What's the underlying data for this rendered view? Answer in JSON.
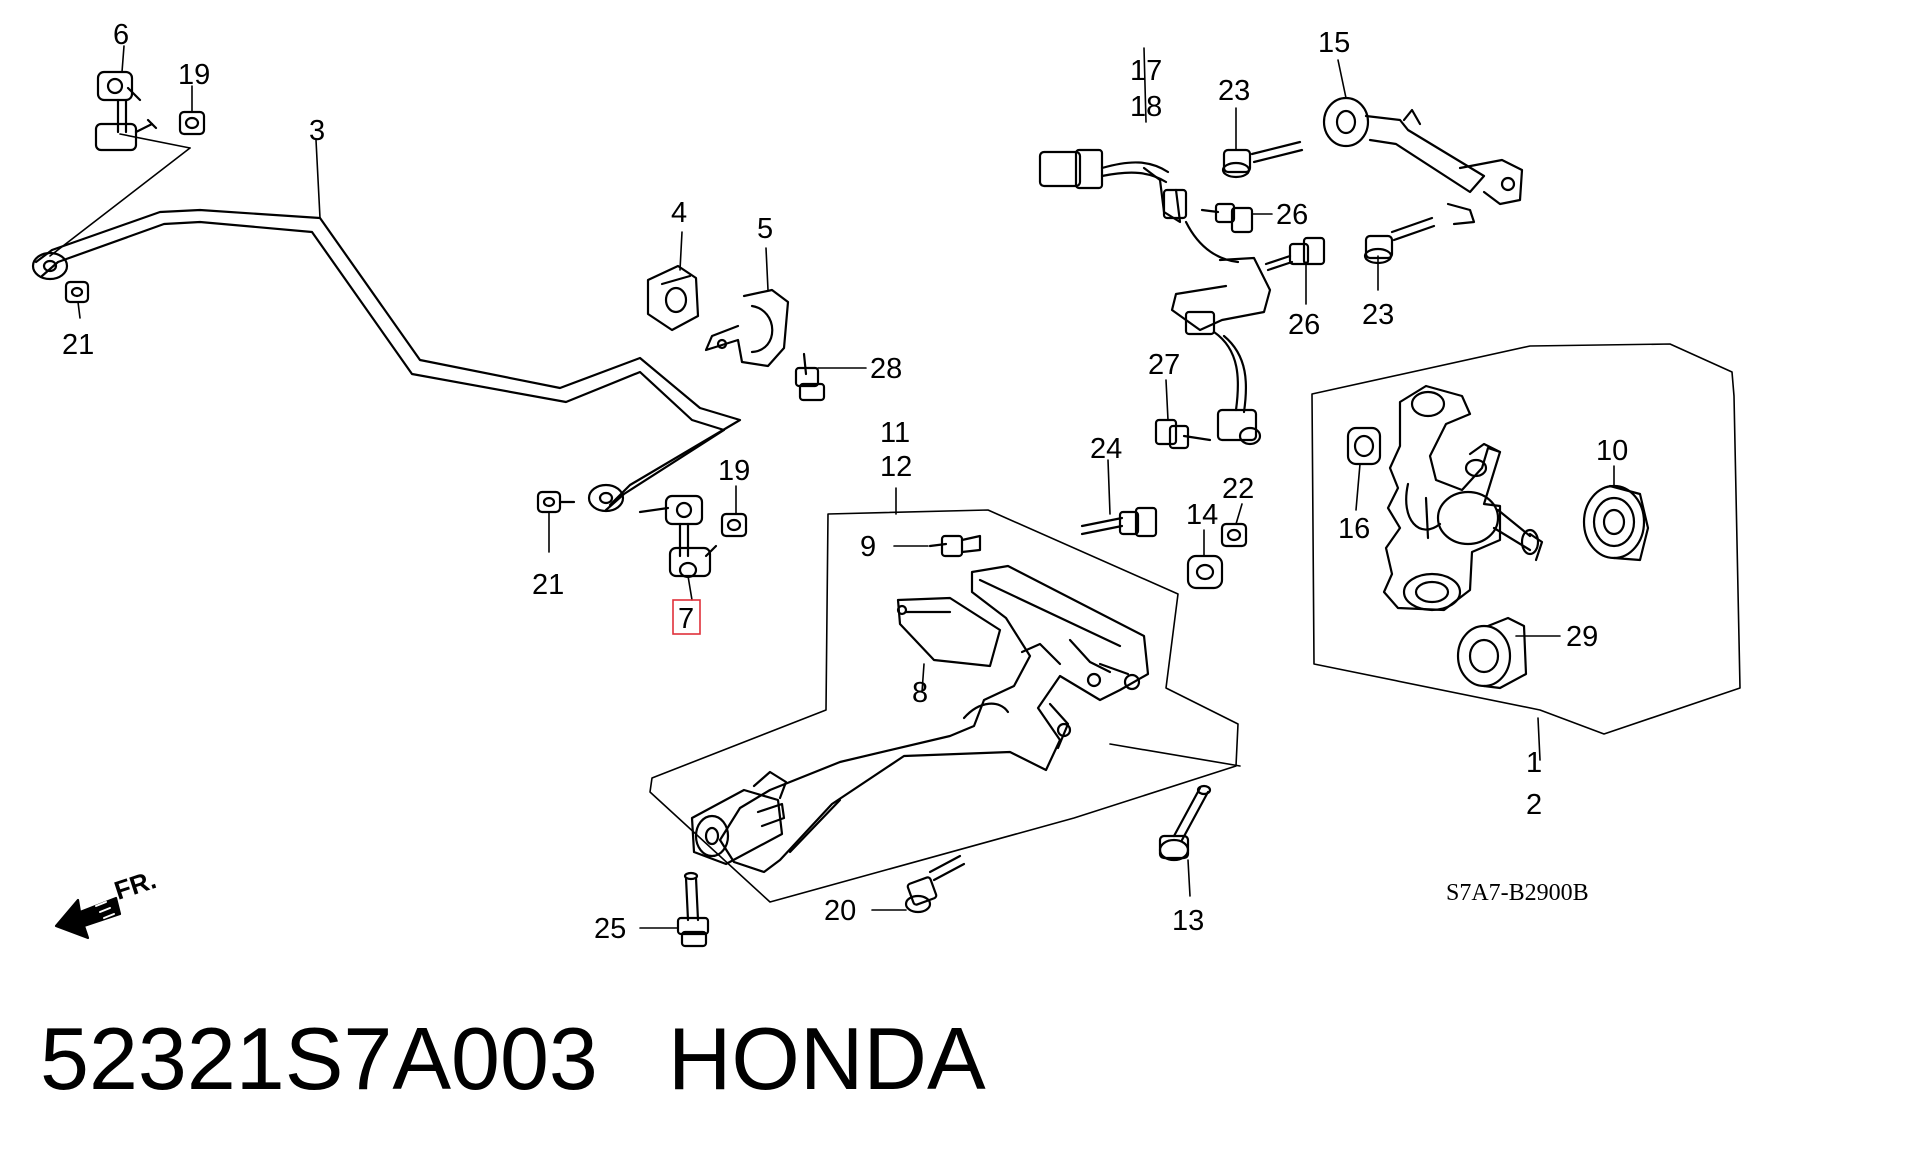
{
  "diagram": {
    "code": "S7A7-B2900B",
    "direction_label": "FR.",
    "callouts": [
      "6",
      "19",
      "3",
      "21",
      "4",
      "5",
      "28",
      "19",
      "21",
      "7",
      "11",
      "12",
      "9",
      "8",
      "25",
      "20",
      "17",
      "18",
      "23",
      "15",
      "26",
      "26",
      "23",
      "27",
      "24",
      "22",
      "14",
      "13",
      "16",
      "10",
      "29",
      "1",
      "2"
    ],
    "highlighted_callout": "7",
    "highlight_color": "#e0303a"
  },
  "footer": {
    "part_number": "52321S7A003",
    "brand": "HONDA"
  }
}
